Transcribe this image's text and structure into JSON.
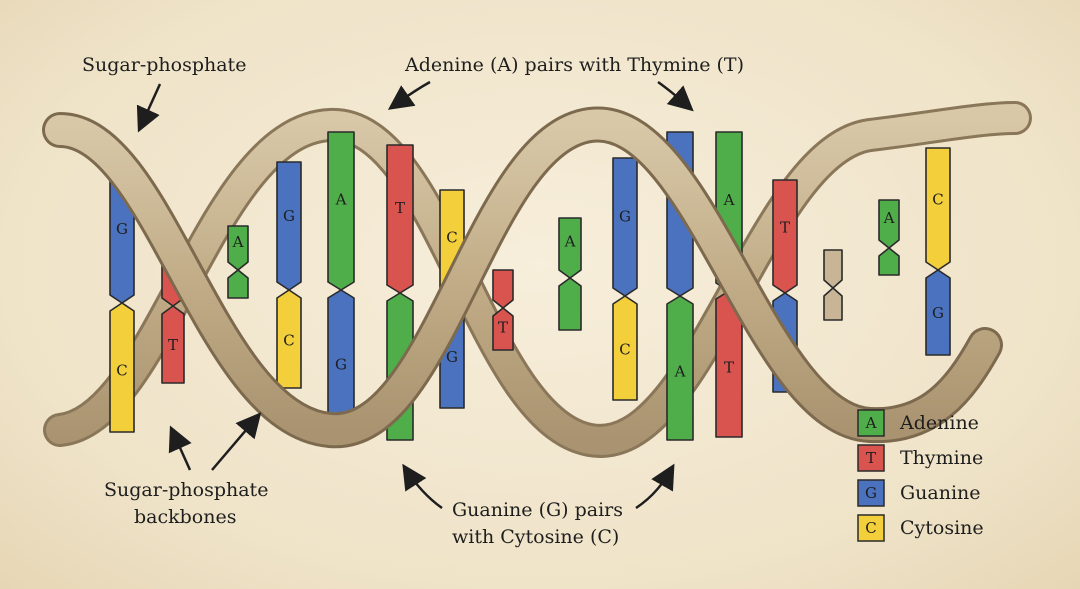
{
  "labels": {
    "top_left": "Sugar-phosphate",
    "top_center": "Adenine (A) pairs with Thymine (T)",
    "bottom_left_line1": "Sugar-phosphate",
    "bottom_left_line2": "backbones",
    "bottom_center_line1": "Guanine (G) pairs",
    "bottom_center_line2": "with Cytosine (C)"
  },
  "legend": [
    {
      "letter": "A",
      "name": "Adenine",
      "color": "#4fae4a"
    },
    {
      "letter": "T",
      "name": "Thymine",
      "color": "#d9534f"
    },
    {
      "letter": "G",
      "name": "Guanine",
      "color": "#4a72bf"
    },
    {
      "letter": "C",
      "name": "Cytosine",
      "color": "#f2cf3b"
    }
  ],
  "colors": {
    "A": "#4fae4a",
    "T": "#d9534f",
    "G": "#4a72bf",
    "C": "#f2cf3b",
    "backbone": "#c7b595",
    "ink": "#222222"
  },
  "base_pairs": [
    {
      "top": "G",
      "bottom": "C"
    },
    {
      "top": "",
      "bottom": "T"
    },
    {
      "top": "A",
      "bottom": ""
    },
    {
      "top": "G",
      "bottom": "C"
    },
    {
      "top": "A",
      "bottom": "G"
    },
    {
      "top": "T",
      "bottom": "A"
    },
    {
      "top": "C",
      "bottom": "G"
    },
    {
      "top": "",
      "bottom": "T"
    },
    {
      "top": "A",
      "bottom": ""
    },
    {
      "top": "G",
      "bottom": "C"
    },
    {
      "top": "G",
      "bottom": "A"
    },
    {
      "top": "A",
      "bottom": "T"
    },
    {
      "top": "T",
      "bottom": "G"
    },
    {
      "top": "",
      "bottom": ""
    },
    {
      "top": "A",
      "bottom": ""
    },
    {
      "top": "C",
      "bottom": "G"
    }
  ]
}
